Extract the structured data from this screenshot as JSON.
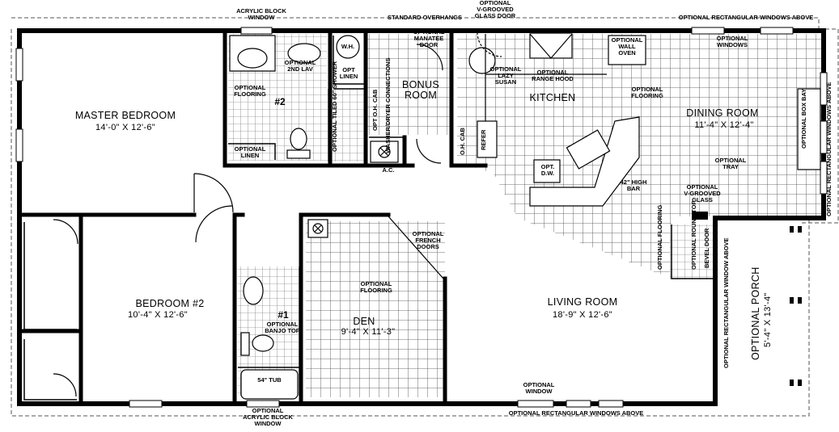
{
  "plan": {
    "rooms": {
      "master_bedroom": {
        "name": "MASTER BEDROOM",
        "size": "14'-0\" X 12'-6\""
      },
      "bedroom2": {
        "name": "BEDROOM #2",
        "size": "10'-4\" X 12'-6\""
      },
      "den": {
        "name": "DEN",
        "size": "9'-4\" X 11'-3\""
      },
      "living_room": {
        "name": "LIVING ROOM",
        "size": "18'-9\" X 12'-6\""
      },
      "kitchen": {
        "name": "KITCHEN"
      },
      "dining_room": {
        "name": "DINING ROOM",
        "size": "11'-4\" X 12'-4\""
      },
      "bonus_room": {
        "name": "BONUS ROOM"
      },
      "porch": {
        "name": "OPTIONAL PORCH",
        "size": "5'-4\" X 13'-4\""
      }
    },
    "labels": {
      "acrylic_block_top": "ACRYLIC BLOCK\nWINDOW",
      "standard_overhangs": "STANDARD OVERHANGS",
      "v_grooved_door": "OPTIONAL\nV-GROOVED\nGLASS DOOR",
      "rect_windows_top": "OPTIONAL RECTANGULAR WINDOWS ABOVE",
      "manatee_door": "OPTIONAL\nMANATEE\nDOOR",
      "wall_oven": "OPTIONAL\nWALL\nOVEN",
      "opt_windows": "OPTIONAL\nWINDOWS",
      "wh": "W.H.",
      "opt_linen_top": "OPT\nLINEN",
      "opt_2nd_lav": "OPTIONAL\n2ND LAV",
      "opt_flooring_bath2": "OPTIONAL\nFLOORING",
      "bath2": "#2",
      "opt_linen": "OPTIONAL\nLINEN",
      "tiled_shower": "OPTIONAL TILED\n60\" SHOWER",
      "oh_cab_washer": "OPT O.H. CAB",
      "washer_dryer": "WASHER/DRYER\nCONNECTIONS",
      "ac": "A.C.",
      "lazy_susan": "OPTIONAL\nLAZY\nSUSAN",
      "range_hood": "OPTIONAL\nRANGE HOOD",
      "kitchen_flooring": "OPTIONAL\nFLOORING",
      "oh_cab_kitchen": "O.H. CAB",
      "refer": "REFER",
      "opt_dw": "OPT.\nD.W.",
      "high_bar": "42\" HIGH\nBAR",
      "optional_tray": "OPTIONAL\nTRAY",
      "v_grooved_glass": "OPTIONAL\nV-GROOVED\nGLASS",
      "box_bay": "OPTIONAL\nBOX BAY",
      "rect_windows_right": "OPTIONAL RECTANGULAR WINDOWS ABOVE",
      "french_doors": "OPTIONAL\nFRENCH\nDOORS",
      "den_flooring": "OPTIONAL\nFLOORING",
      "living_flooring": "OPTIONAL\nFLOORING",
      "round_top": "OPTIONAL\nROUND TOP",
      "bevel_door": "BEVEL\nDOOR",
      "rect_window_porch": "OPTIONAL RECTANGULAR\nWINDOW ABOVE",
      "bath1": "#1",
      "banjo_top": "OPTIONAL\nBANJO TOP",
      "tub": "54\" TUB",
      "opt_window_bottom": "OPTIONAL\nWINDOW",
      "acrylic_block_bottom": "OPTIONAL\nACRYLIC BLOCK\nWINDOW",
      "rect_windows_bottom": "OPTIONAL RECTANGULAR WINDOWS ABOVE"
    }
  }
}
